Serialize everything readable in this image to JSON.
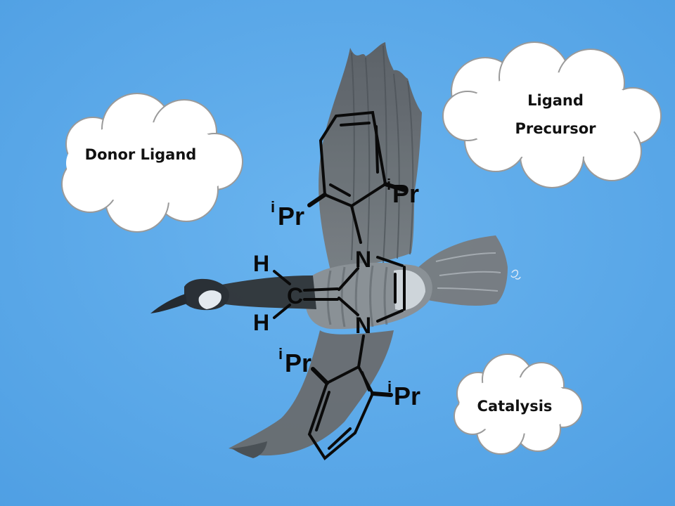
{
  "clouds": {
    "donor": "Donor Ligand",
    "precursor_line1": "Ligand",
    "precursor_line2": "Precursor",
    "catalysis": "Catalysis"
  },
  "molecule": {
    "carbon": "C",
    "hydrogen": "H",
    "nitrogen": "N",
    "iso_superscript": "i",
    "propyl": "Pr"
  },
  "colors": {
    "sky": "#5aa9ea",
    "cloud": "#ffffff",
    "goose_body": "#6e6e6e",
    "bonds": "#0a0a0a"
  }
}
